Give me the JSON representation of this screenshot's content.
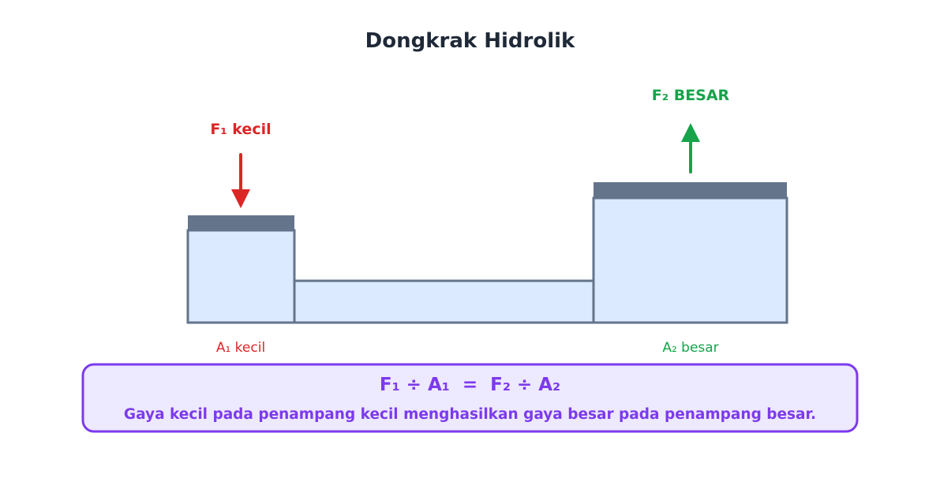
{
  "title": "Dongkrak Hidrolik",
  "small_piston": {
    "force_label": "F₁ kecil",
    "area_label": "A₁ kecil"
  },
  "large_piston": {
    "force_label": "F₂ BESAR",
    "area_label": "A₂ besar"
  },
  "formula_box": {
    "formula": "F₁ ÷ A₁  =  F₂ ÷ A₂",
    "caption": "Gaya kecil pada penampang kecil menghasilkan gaya besar pada penampang besar."
  },
  "colors": {
    "title": "#1f2937",
    "fluid_fill": "#dbeafe",
    "vessel_stroke": "#64748b",
    "piston": "#64748b",
    "small_accent": "#dc2626",
    "large_accent": "#16a34a",
    "formula_accent": "#7c3aed",
    "formula_fill": "#ede9fe"
  },
  "icons": {
    "small_force_arrow": "arrow-down-icon",
    "large_force_arrow": "arrow-up-icon"
  }
}
